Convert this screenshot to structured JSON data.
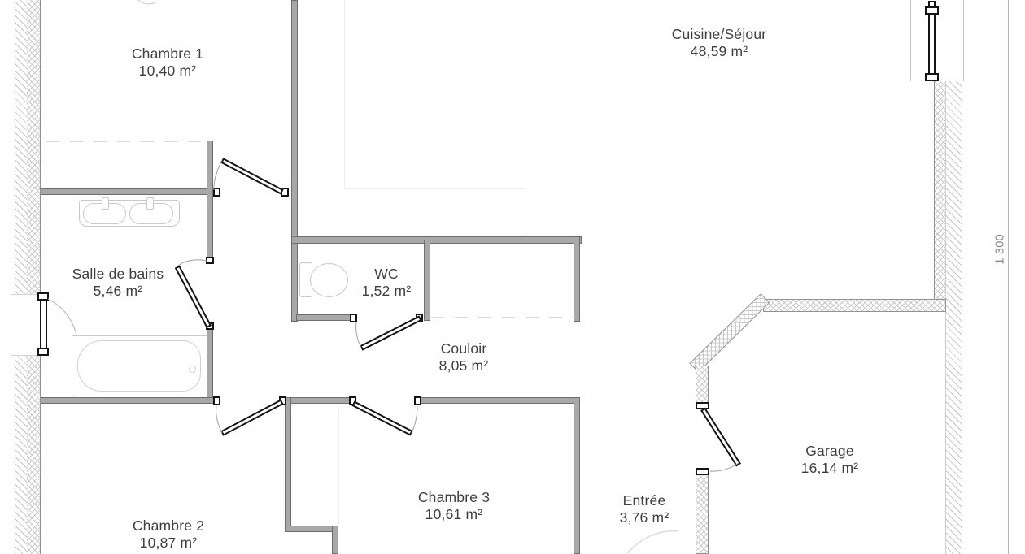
{
  "plan": {
    "rooms": [
      {
        "name": "Chambre 1",
        "area": "10,40 m²"
      },
      {
        "name": "Cuisine/Séjour",
        "area": "48,59 m²"
      },
      {
        "name": "Salle de bains",
        "area": "5,46 m²"
      },
      {
        "name": "WC",
        "area": "1,52 m²"
      },
      {
        "name": "Couloir",
        "area": "8,05 m²"
      },
      {
        "name": "Chambre 2",
        "area": "10,87 m²"
      },
      {
        "name": "Chambre 3",
        "area": "10,61 m²"
      },
      {
        "name": "Entrée",
        "area": "3,76 m²"
      },
      {
        "name": "Garage",
        "area": "16,14 m²"
      }
    ],
    "dimension_label": "1 300",
    "colors": {
      "wall_fill": "#a8a8a8",
      "wall_edge": "#6e6e6e",
      "door_black": "#141414",
      "label_text": "#3f3f3f",
      "fixture_outline": "#c9c9c9",
      "hatch_line": "#c6c6c6"
    },
    "symbols": [
      "double-sink",
      "bathtub",
      "toilet",
      "door-swing",
      "window",
      "dimension-line"
    ]
  }
}
